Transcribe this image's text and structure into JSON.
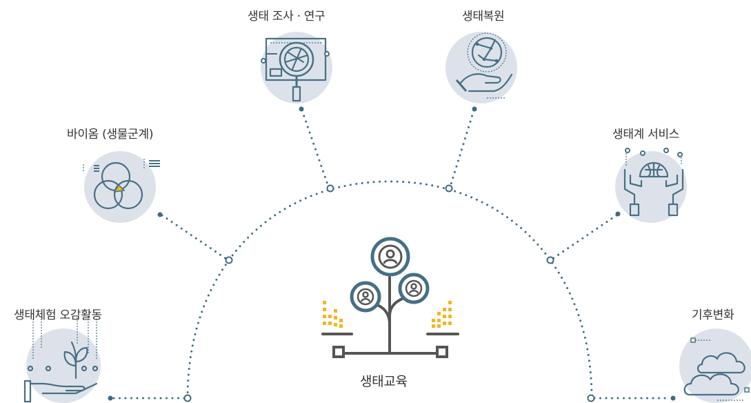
{
  "center": {
    "label": "생태교육",
    "icon": "people-tree-icon"
  },
  "nodes": [
    {
      "label": "생태체험 오감활동",
      "icon": "plant-in-hand-icon"
    },
    {
      "label": "바이옴 (생물군계)",
      "icon": "venn-layers-icon"
    },
    {
      "label": "생태 조사 · 연구",
      "icon": "magnifier-research-icon"
    },
    {
      "label": "생태복원",
      "icon": "globe-in-hand-icon"
    },
    {
      "label": "생태계 서비스",
      "icon": "hands-holding-globe-icon"
    },
    {
      "label": "기후변화",
      "icon": "clouds-icon"
    }
  ],
  "colors": {
    "line": "#3f6b80",
    "icon_stroke": "#466f84",
    "icon_bg": "#dde2ea",
    "accent": "#f2b51c",
    "text": "#333333"
  }
}
